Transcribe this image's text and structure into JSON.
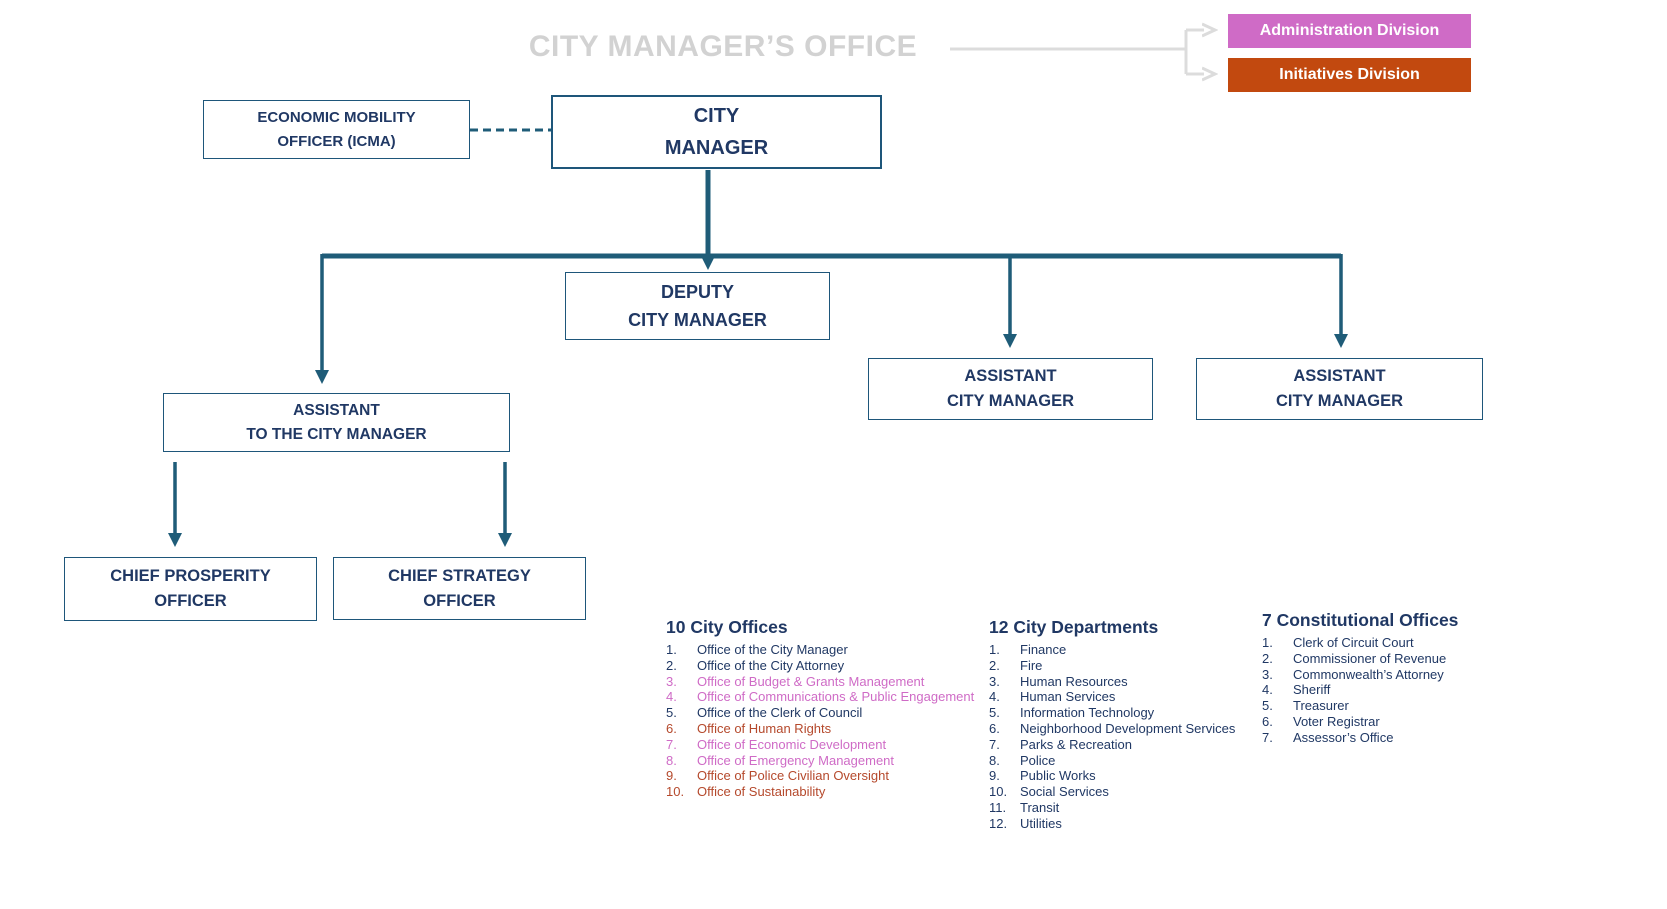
{
  "colors": {
    "navy": "#203864",
    "teal": "#1f5c78",
    "pink": "#cf6bc6",
    "rust": "#b5492c",
    "orange": "#c2490f",
    "title_gray": "#d2d2d2",
    "line_gray": "#dcdcdc",
    "box_border": "#1e567a"
  },
  "header": {
    "title": "CITY MANAGER’S OFFICE",
    "divisions": {
      "administration": {
        "label": "Administration Division"
      },
      "initiatives": {
        "label": "Initiatives Division"
      }
    }
  },
  "org": {
    "economic_mobility": {
      "lines": [
        "ECONOMIC MOBILITY",
        "OFFICER (ICMA)"
      ]
    },
    "city_manager": {
      "lines": [
        "CITY",
        "MANAGER"
      ]
    },
    "deputy_city_manager": {
      "lines": [
        "DEPUTY",
        "CITY MANAGER"
      ]
    },
    "assistant_city_manager_1": {
      "lines": [
        "ASSISTANT",
        "CITY MANAGER"
      ]
    },
    "assistant_city_manager_2": {
      "lines": [
        "ASSISTANT",
        "CITY MANAGER"
      ]
    },
    "assistant_to_city_manager": {
      "lines": [
        "ASSISTANT",
        "TO THE CITY MANAGER"
      ]
    },
    "chief_prosperity": {
      "lines": [
        "CHIEF PROSPERITY",
        "OFFICER"
      ]
    },
    "chief_strategy": {
      "lines": [
        "CHIEF STRATEGY",
        "OFFICER"
      ]
    }
  },
  "lists": {
    "city_offices": {
      "heading": "10 City Offices",
      "items": [
        {
          "num": "1.",
          "label": "Office of the City Manager",
          "color": "navy"
        },
        {
          "num": "2.",
          "label": "Office of the City Attorney",
          "color": "navy"
        },
        {
          "num": "3.",
          "label": "Office of Budget & Grants Management",
          "color": "pink"
        },
        {
          "num": "4.",
          "label": "Office of Communications & Public Engagement",
          "color": "pink"
        },
        {
          "num": "5.",
          "label": "Office of the Clerk of Council",
          "color": "navy"
        },
        {
          "num": "6.",
          "label": "Office of Human Rights",
          "color": "rust"
        },
        {
          "num": "7.",
          "label": "Office of Economic Development",
          "color": "pink"
        },
        {
          "num": "8.",
          "label": "Office of Emergency Management",
          "color": "pink"
        },
        {
          "num": "9.",
          "label": "Office of Police Civilian Oversight",
          "color": "rust"
        },
        {
          "num": "10.",
          "label": "Office of Sustainability",
          "color": "rust"
        }
      ]
    },
    "city_departments": {
      "heading": "12 City Departments",
      "items": [
        {
          "num": "1.",
          "label": "Finance",
          "color": "navy"
        },
        {
          "num": "2.",
          "label": "Fire",
          "color": "navy"
        },
        {
          "num": "3.",
          "label": "Human Resources",
          "color": "navy"
        },
        {
          "num": "4.",
          "label": "Human Services",
          "color": "navy"
        },
        {
          "num": "5.",
          "label": "Information Technology",
          "color": "navy"
        },
        {
          "num": "6.",
          "label": "Neighborhood Development Services",
          "color": "navy"
        },
        {
          "num": "7.",
          "label": "Parks & Recreation",
          "color": "navy"
        },
        {
          "num": "8.",
          "label": "Police",
          "color": "navy"
        },
        {
          "num": "9.",
          "label": "Public Works",
          "color": "navy"
        },
        {
          "num": "10.",
          "label": "Social Services",
          "color": "navy"
        },
        {
          "num": "11.",
          "label": "Transit",
          "color": "navy"
        },
        {
          "num": "12.",
          "label": "Utilities",
          "color": "navy"
        }
      ]
    },
    "constitutional_offices": {
      "heading": "7 Constitutional Offices",
      "items": [
        {
          "num": "1.",
          "label": "Clerk of Circuit Court",
          "color": "navy"
        },
        {
          "num": "2.",
          "label": "Commissioner of Revenue",
          "color": "navy"
        },
        {
          "num": "3.",
          "label": "Commonwealth’s Attorney",
          "color": "navy"
        },
        {
          "num": "4.",
          "label": "Sheriff",
          "color": "navy"
        },
        {
          "num": "5.",
          "label": "Treasurer",
          "color": "navy"
        },
        {
          "num": "6.",
          "label": "Voter Registrar",
          "color": "navy"
        },
        {
          "num": "7.",
          "label": "Assessor’s Office",
          "color": "navy"
        }
      ]
    }
  }
}
